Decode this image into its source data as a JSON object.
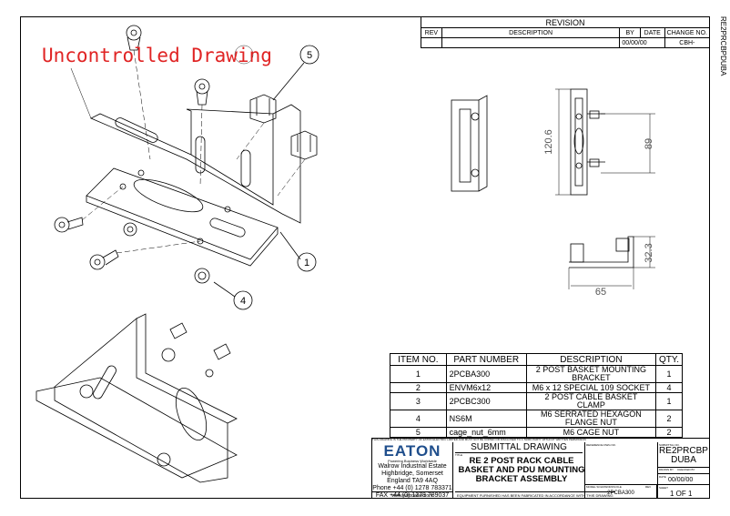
{
  "side_code": "RE2PRCBPDUBA",
  "watermark": "Uncontrolled Drawing",
  "revision": {
    "title": "REVISION",
    "headers": [
      "REV",
      "DESCRIPTION",
      "BY",
      "DATE",
      "CHANGE NO."
    ],
    "row": [
      "",
      "",
      "00/00/00",
      "",
      "CBH-"
    ]
  },
  "dimensions": {
    "d1": "120.6",
    "d2": "89",
    "d3": "32.3",
    "d4": "65"
  },
  "balloons": [
    "5",
    "1",
    "4"
  ],
  "bom": {
    "headers": [
      "ITEM NO.",
      "PART NUMBER",
      "DESCRIPTION",
      "QTY."
    ],
    "rows": [
      [
        "1",
        "2PCBA300",
        "2 POST BASKET MOUNTING BRACKET",
        "1"
      ],
      [
        "2",
        "ENVM6x12",
        "M6 x 12 SPECIAL 109 SOCKET",
        "4"
      ],
      [
        "3",
        "2PCBC300",
        "2 POST CABLE BASKET CLAMP",
        "1"
      ],
      [
        "4",
        "NS6M",
        "M6 SERRATED HEXAGON FLANGE NUT",
        "2"
      ],
      [
        "5",
        "cage_nut_6mm",
        "M6 CAGE NUT",
        "2"
      ]
    ]
  },
  "title_block": {
    "logo": "EATON",
    "tagline": "Powering Business Worldwide",
    "address": [
      "Walrow Industrial Estate",
      "Highbridge, Somerset",
      "England  TA9 4AQ",
      "Phone +44 (0) 1278 783371",
      "FAX +44 (0) 1278 789037"
    ],
    "website": "www.eatonelee.com",
    "submittal": "SUBMITTAL DRAWING",
    "title_label": "TITLE",
    "title": "RE 2 POST RACK CABLE BASKET AND PDU MOUNTING BRACKET ASSEMBLY",
    "reference_label": "REFERENCE DWG NO.",
    "submittal_no_label": "SUBMITTAL NO.",
    "submittal_no": "RE2PRCBP DUBA",
    "drawn_by_label": "DRAWN BY",
    "checked_by_label": "CHECKED BY",
    "rev_label": "REV",
    "date_label": "DATE",
    "date": "00/00/00",
    "model_label": "MODEL SOLIDWORKS FILE",
    "model": "2PCBA300",
    "sheet_label": "SHEET",
    "sheet": "1 OF 1",
    "confidential": "THIS DRAWING IS THE PROPERTY OF EATON ELECTRIC LIMITED AND MUST NOT BE COPIED OR DISCLOSED TO A THIRD PARTY WITHOUT WRITTEN PERMISSION",
    "footer_note": "EQUIPMENT FURNISHED HAS BEEN FABRICATED IN ACCORDANCE WITH THIS DRAWING"
  }
}
